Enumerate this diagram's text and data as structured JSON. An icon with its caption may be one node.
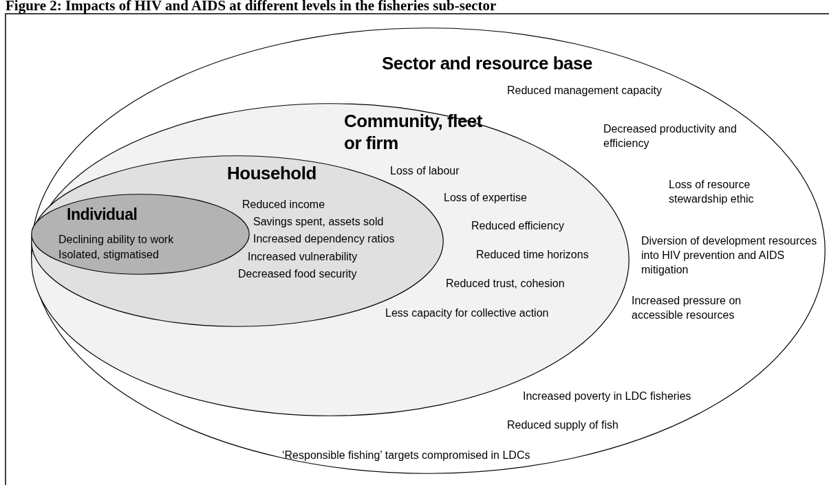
{
  "diagram": {
    "title": "Figure 2: Impacts of HIV and AIDS at different levels in the fisheries sub-sector",
    "nodes": [
      {
        "text": [
          "Sector and resource base",
          "Reduced management  capacity",
          "Decreased productivity and efficiency",
          "Loss of resource stewardship ethic",
          "Diversion of development resources into HIV prevention and AIDS mitigation",
          "Increased pressure on accessible resources",
          "Increased poverty in LDC fisheries",
          "Reduced supply of fish",
          "‘Responsible fishing’ targets compromised in LDCs"
        ]
      },
      {
        "text": [
          "Community, fleet or firm",
          "Loss of labour",
          "Loss of expertise",
          "Reduced efficiency",
          "Reduced time horizons",
          "Reduced trust, cohesion",
          "Less capacity for collective action"
        ],
        "in": 0
      },
      {
        "text": [
          "Household",
          "Reduced income",
          "Savings spent, assets sold",
          "Increased dependency ratios",
          "Increased vulnerability",
          "Decreased food security"
        ],
        "in": 1
      },
      {
        "text": [
          "Individual",
          "Declining ability to work",
          "Isolated, stigmatised"
        ],
        "in": 2
      }
    ],
    "edges": []
  }
}
